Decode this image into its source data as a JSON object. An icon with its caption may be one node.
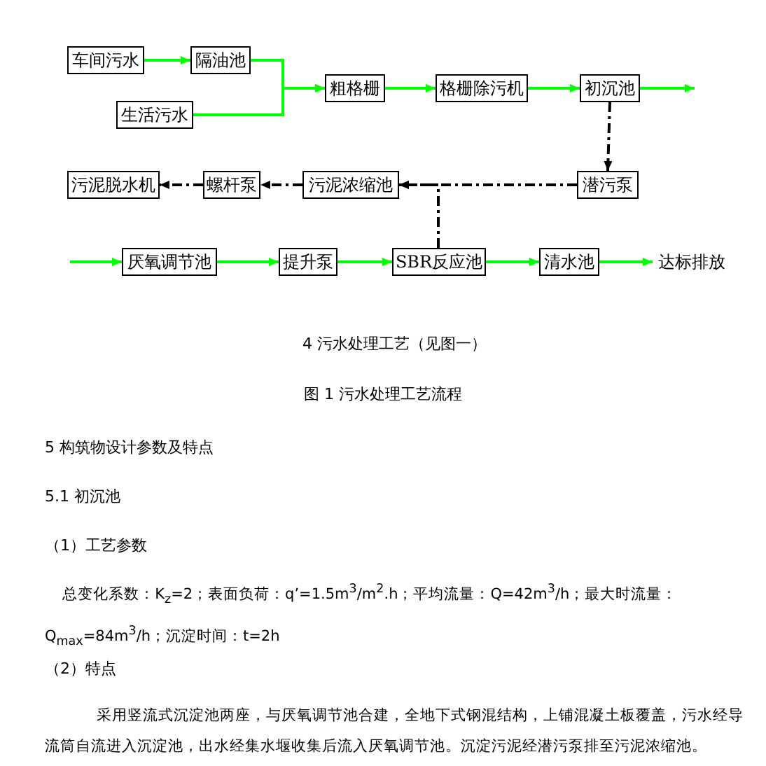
{
  "diagram": {
    "caption": "图 1 污水处理工艺流程",
    "nodes": [
      {
        "text": [
          "车间污水"
        ]
      },
      {
        "text": [
          "隔油池"
        ]
      },
      {
        "text": [
          "生活污水"
        ]
      },
      {
        "text": [
          "粗格栅"
        ]
      },
      {
        "text": [
          "格栅除污机"
        ]
      },
      {
        "text": [
          "初沉池"
        ]
      },
      {
        "text": [
          "污泥脱水机"
        ]
      },
      {
        "text": [
          "螺杆泵"
        ]
      },
      {
        "text": [
          "污泥浓缩池"
        ]
      },
      {
        "text": [
          "潜污泵"
        ]
      },
      {
        "text": [
          "厌氧调节池"
        ]
      },
      {
        "text": [
          "提升泵"
        ]
      },
      {
        "text": [
          "SBR反应池"
        ]
      },
      {
        "text": [
          "清水池"
        ]
      },
      {
        "text": [
          "达标排放"
        ]
      }
    ],
    "edges": [
      {
        "from": 0,
        "to": 1,
        "arrow": "to"
      },
      {
        "from": 1,
        "to": 3,
        "arrow": "to"
      },
      {
        "from": 2,
        "to": 3,
        "arrow": "to"
      },
      {
        "from": 3,
        "to": 4,
        "arrow": "to"
      },
      {
        "from": 4,
        "to": 5,
        "arrow": "to"
      },
      {
        "from": 5,
        "to": null,
        "arrow": "to"
      },
      {
        "from": 5,
        "to": 9,
        "arrow": "to",
        "style": "dashed",
        "color": "#000000"
      },
      {
        "from": 9,
        "to": 8,
        "arrow": "to",
        "style": "dashed",
        "color": "#000000"
      },
      {
        "from": 12,
        "to": 8,
        "arrow": "to",
        "style": "dashed",
        "color": "#000000"
      },
      {
        "from": 8,
        "to": 7,
        "arrow": "to",
        "style": "dashed",
        "color": "#000000"
      },
      {
        "from": 7,
        "to": 6,
        "arrow": "to",
        "style": "dashed",
        "color": "#000000"
      },
      {
        "from": null,
        "to": 10,
        "arrow": "to"
      },
      {
        "from": 10,
        "to": 11,
        "arrow": "to"
      },
      {
        "from": 11,
        "to": 12,
        "arrow": "to"
      },
      {
        "from": 12,
        "to": 13,
        "arrow": "to"
      },
      {
        "from": 13,
        "to": 14,
        "arrow": "to"
      }
    ],
    "labels": [
      "4 污水处理工艺（见图一）",
      "5 构筑物设计参数及特点",
      "5.1 初沉池",
      "（1）工艺参数",
      "总变化系数：K$_{z}$=2；表面负荷：q’=1.5m$^{3}$/m$^{2}$.h；平均流量：Q=42m$^{3}$/h；最大时流量：Q$_{max}$=84m$^{3}$/h；沉淀时间：t=2h",
      "（2）特点",
      "采用竖流式沉淀池两座，与厌氧调节池合建，全地下式钢混结构，上铺混凝土板覆盖，污水经导流筒自流进入沉淀池，出水经集水堰收集后流入厌氧调节池。沉淀污泥经潜污泵排至污泥浓缩池。"
    ]
  }
}
